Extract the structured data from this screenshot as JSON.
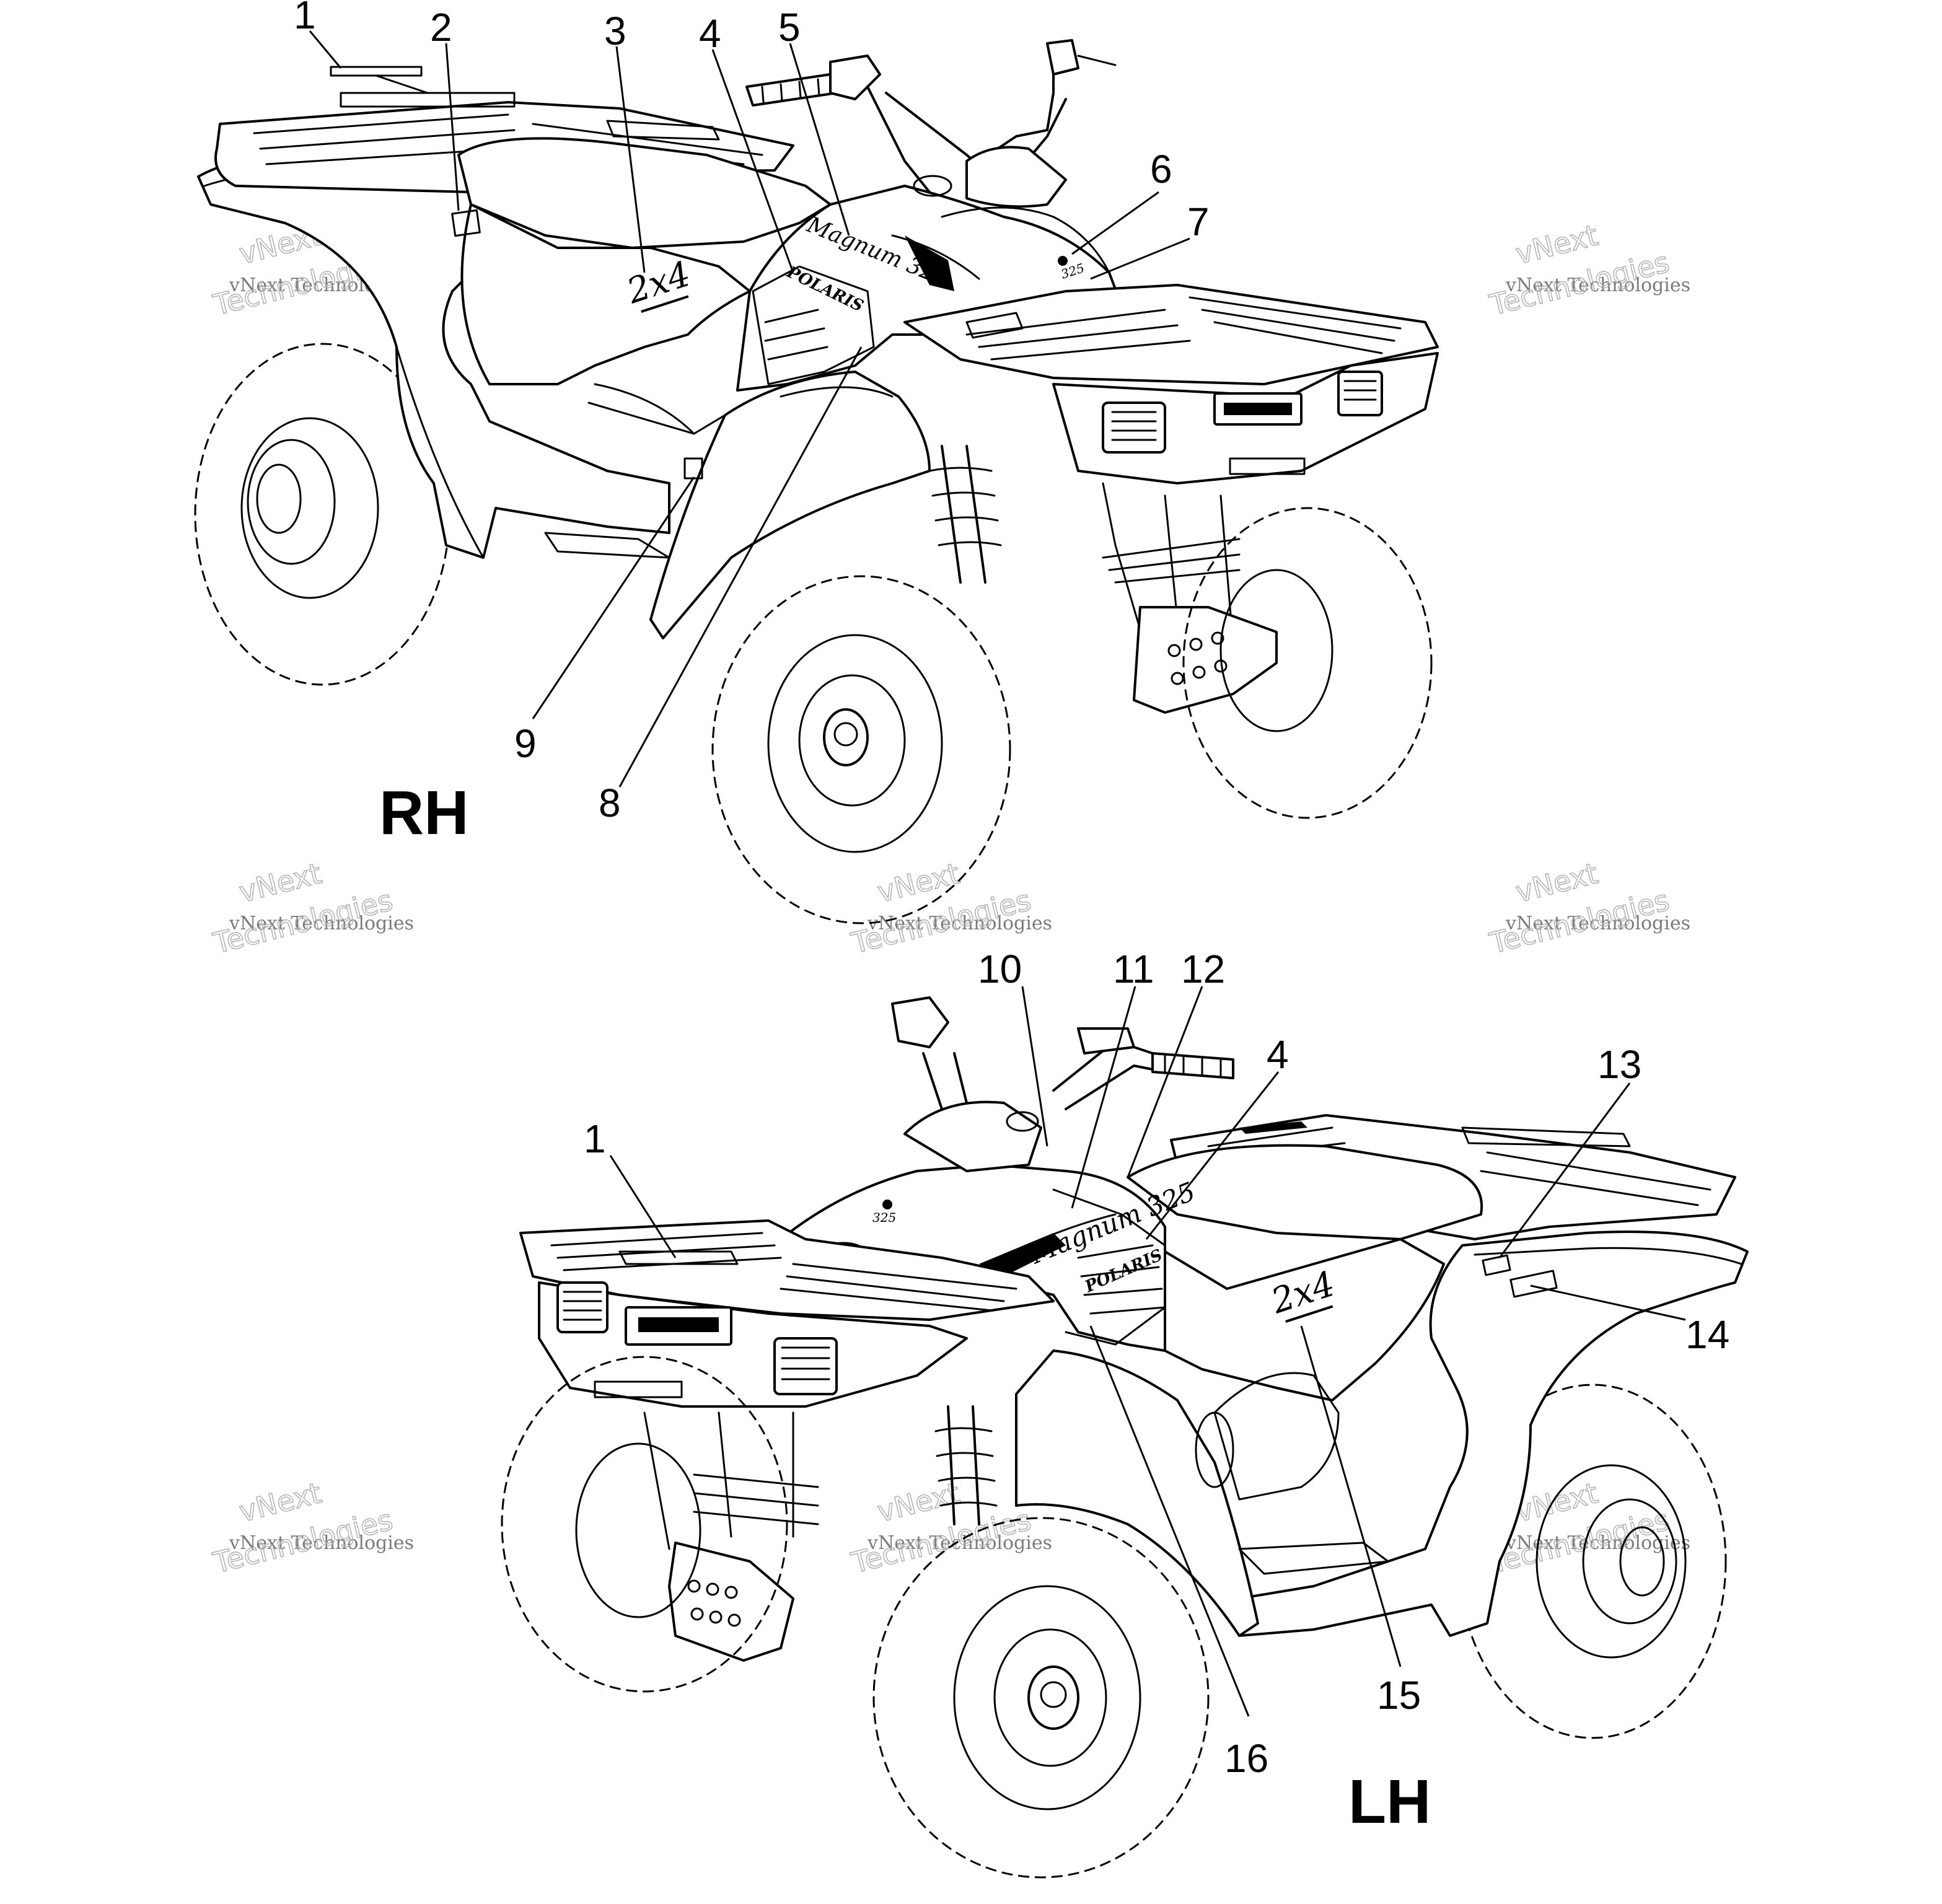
{
  "views": {
    "rh": {
      "label": "RH",
      "callouts": [
        {
          "n": "1"
        },
        {
          "n": "2"
        },
        {
          "n": "3"
        },
        {
          "n": "4"
        },
        {
          "n": "5"
        },
        {
          "n": "6"
        },
        {
          "n": "7"
        },
        {
          "n": "8"
        },
        {
          "n": "9"
        }
      ]
    },
    "lh": {
      "label": "LH",
      "callouts": [
        {
          "n": "1"
        },
        {
          "n": "4"
        },
        {
          "n": "10"
        },
        {
          "n": "11"
        },
        {
          "n": "12"
        },
        {
          "n": "13"
        },
        {
          "n": "14"
        },
        {
          "n": "15"
        },
        {
          "n": "16"
        }
      ]
    }
  },
  "decals": {
    "brand": "POLARIS",
    "model_script_rh": "Magnum 325",
    "model_script_lh": "Magnum 325",
    "drive": "2x4",
    "engine_size": "325"
  },
  "watermark": {
    "line1": "vNext Technologies",
    "line2": "vNext",
    "line3": "Technologies"
  }
}
